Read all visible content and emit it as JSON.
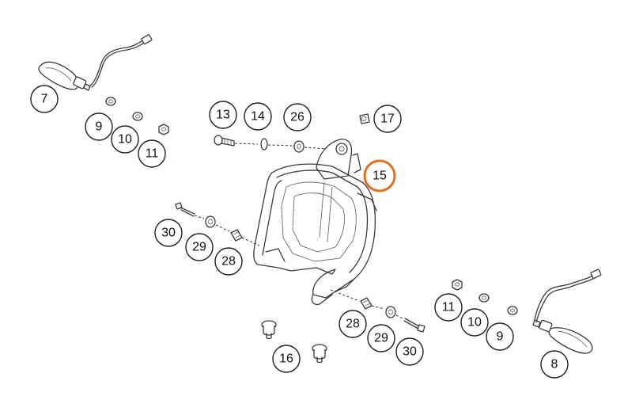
{
  "diagram": {
    "highlight_color": "#e07020",
    "callouts": [
      {
        "id": "c7",
        "label": "7",
        "highlighted": false
      },
      {
        "id": "c9a",
        "label": "9",
        "highlighted": false
      },
      {
        "id": "c10a",
        "label": "10",
        "highlighted": false
      },
      {
        "id": "c11a",
        "label": "11",
        "highlighted": false
      },
      {
        "id": "c13",
        "label": "13",
        "highlighted": false
      },
      {
        "id": "c14",
        "label": "14",
        "highlighted": false
      },
      {
        "id": "c26",
        "label": "26",
        "highlighted": false
      },
      {
        "id": "c17",
        "label": "17",
        "highlighted": false
      },
      {
        "id": "c15",
        "label": "15",
        "highlighted": true
      },
      {
        "id": "c30a",
        "label": "30",
        "highlighted": false
      },
      {
        "id": "c29a",
        "label": "29",
        "highlighted": false
      },
      {
        "id": "c28a",
        "label": "28",
        "highlighted": false
      },
      {
        "id": "c11b",
        "label": "11",
        "highlighted": false
      },
      {
        "id": "c10b",
        "label": "10",
        "highlighted": false
      },
      {
        "id": "c9b",
        "label": "9",
        "highlighted": false
      },
      {
        "id": "c28b",
        "label": "28",
        "highlighted": false
      },
      {
        "id": "c29b",
        "label": "29",
        "highlighted": false
      },
      {
        "id": "c30b",
        "label": "30",
        "highlighted": false
      },
      {
        "id": "c16",
        "label": "16",
        "highlighted": false
      },
      {
        "id": "c8",
        "label": "8",
        "highlighted": false
      }
    ]
  }
}
